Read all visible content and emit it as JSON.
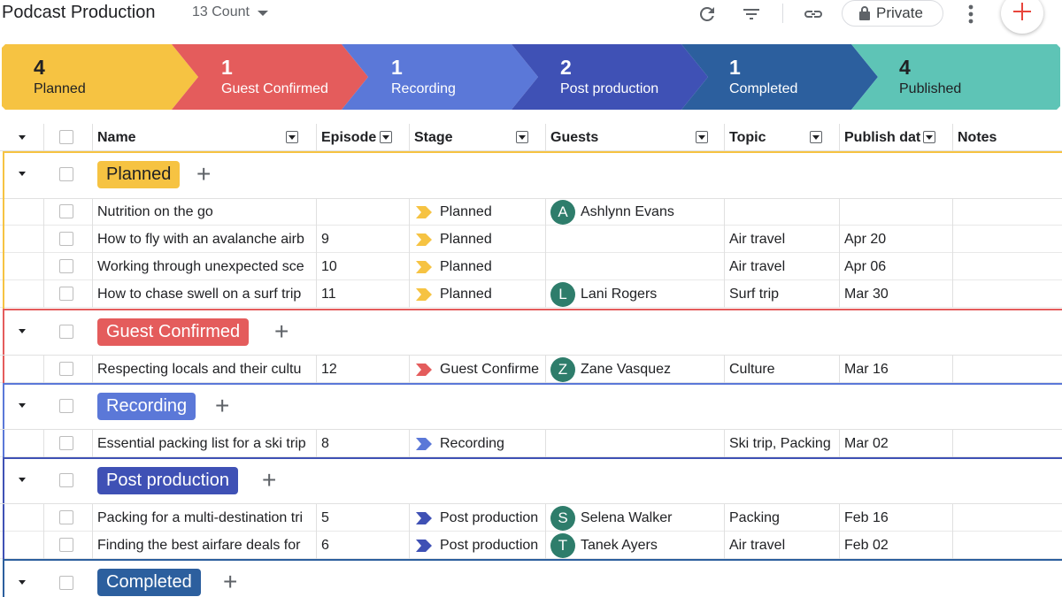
{
  "app": {
    "title": "Podcast Production",
    "count_label": "13 Count",
    "private_label": "Private"
  },
  "icons": {
    "refresh": "refresh-icon",
    "filter": "filter-icon",
    "link": "link-icon",
    "lock": "lock-icon",
    "more": "more-vert-icon",
    "add": "add-icon"
  },
  "pipeline": [
    {
      "count": "4",
      "label": "Planned",
      "color": "#f6c342"
    },
    {
      "count": "1",
      "label": "Guest Confirmed",
      "color": "#e45c5c"
    },
    {
      "count": "1",
      "label": "Recording",
      "color": "#5b78d8"
    },
    {
      "count": "2",
      "label": "Post production",
      "color": "#3f51b5"
    },
    {
      "count": "1",
      "label": "Completed",
      "color": "#2c5f9e"
    },
    {
      "count": "4",
      "label": "Published",
      "color": "#5ec4b6"
    }
  ],
  "columns": {
    "name": "Name",
    "episode": "Episode",
    "stage": "Stage",
    "guests": "Guests",
    "topic": "Topic",
    "publish_date": "Publish dat",
    "notes": "Notes"
  },
  "groups": {
    "planned": {
      "label": "Planned",
      "color": "#f6c342",
      "text_color": "#202124"
    },
    "guest_confirmed": {
      "label": "Guest Confirmed",
      "color": "#e45c5c",
      "text_color": "#ffffff"
    },
    "recording": {
      "label": "Recording",
      "color": "#5b78d8",
      "text_color": "#ffffff"
    },
    "post_production": {
      "label": "Post production",
      "color": "#3f51b5",
      "text_color": "#ffffff"
    },
    "completed": {
      "label": "Completed",
      "color": "#2c5f9e",
      "text_color": "#ffffff"
    }
  },
  "rows": {
    "planned": [
      {
        "name": "Nutrition on the go",
        "episode": "",
        "stage": "Planned",
        "guest": "Ashlynn Evans",
        "guest_initial": "A",
        "topic": "",
        "date": ""
      },
      {
        "name": "How to fly with an avalanche airb",
        "episode": "9",
        "stage": "Planned",
        "guest": "",
        "guest_initial": "",
        "topic": "Air travel",
        "date": "Apr 20"
      },
      {
        "name": "Working through unexpected sce",
        "episode": "10",
        "stage": "Planned",
        "guest": "",
        "guest_initial": "",
        "topic": "Air travel",
        "date": "Apr 06"
      },
      {
        "name": "How to chase swell on a surf trip",
        "episode": "11",
        "stage": "Planned",
        "guest": "Lani Rogers",
        "guest_initial": "L",
        "topic": "Surf trip",
        "date": "Mar 30"
      }
    ],
    "guest_confirmed": [
      {
        "name": "Respecting locals and their cultu",
        "episode": "12",
        "stage": "Guest Confirme",
        "guest": "Zane Vasquez",
        "guest_initial": "Z",
        "topic": "Culture",
        "date": "Mar 16"
      }
    ],
    "recording": [
      {
        "name": "Essential packing list for a ski trip",
        "episode": "8",
        "stage": "Recording",
        "guest": "",
        "guest_initial": "",
        "topic": "Ski trip, Packing",
        "date": "Mar 02"
      }
    ],
    "post_production": [
      {
        "name": "Packing for a multi-destination tri",
        "episode": "5",
        "stage": "Post production",
        "guest": "Selena Walker",
        "guest_initial": "S",
        "topic": "Packing",
        "date": "Feb 16"
      },
      {
        "name": "Finding the best airfare deals for",
        "episode": "6",
        "stage": "Post production",
        "guest": "Tanek Ayers",
        "guest_initial": "T",
        "topic": "Air travel",
        "date": "Feb 02"
      }
    ]
  }
}
